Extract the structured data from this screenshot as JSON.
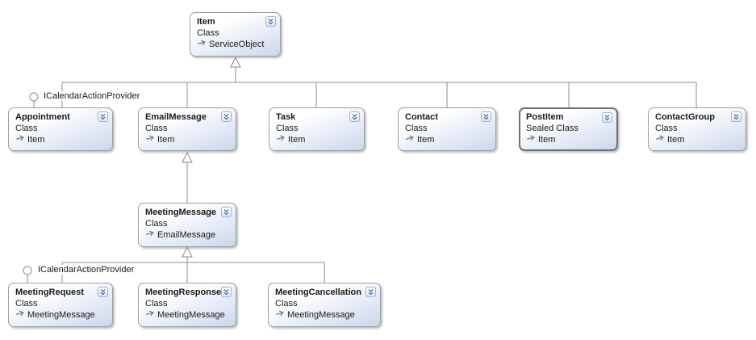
{
  "diagram": {
    "kind": "class-diagram",
    "colors": {
      "background": "#ffffff",
      "connector": "#8b8b85",
      "box_border": "#9aa0a8",
      "sealed_border": "#6e7276",
      "box_fill_top": "#ffffff",
      "box_fill_bottom": "#ccd6ea",
      "chevron_blue": "#3e5fae"
    }
  },
  "interfaces": [
    {
      "label": "ICalendarActionProvider"
    },
    {
      "label": "ICalendarActionProvider"
    }
  ],
  "nodes": [
    {
      "title": "Item",
      "kind": "Class",
      "base": "ServiceObject"
    },
    {
      "title": "Appointment",
      "kind": "Class",
      "base": "Item"
    },
    {
      "title": "EmailMessage",
      "kind": "Class",
      "base": "Item"
    },
    {
      "title": "Task",
      "kind": "Class",
      "base": "Item"
    },
    {
      "title": "Contact",
      "kind": "Class",
      "base": "Item"
    },
    {
      "title": "PostItem",
      "kind": "Sealed Class",
      "base": "Item"
    },
    {
      "title": "ContactGroup",
      "kind": "Class",
      "base": "Item"
    },
    {
      "title": "MeetingMessage",
      "kind": "Class",
      "base": "EmailMessage"
    },
    {
      "title": "MeetingRequest",
      "kind": "Class",
      "base": "MeetingMessage"
    },
    {
      "title": "MeetingResponse",
      "kind": "Class",
      "base": "MeetingMessage"
    },
    {
      "title": "MeetingCancellation",
      "kind": "Class",
      "base": "MeetingMessage"
    }
  ]
}
